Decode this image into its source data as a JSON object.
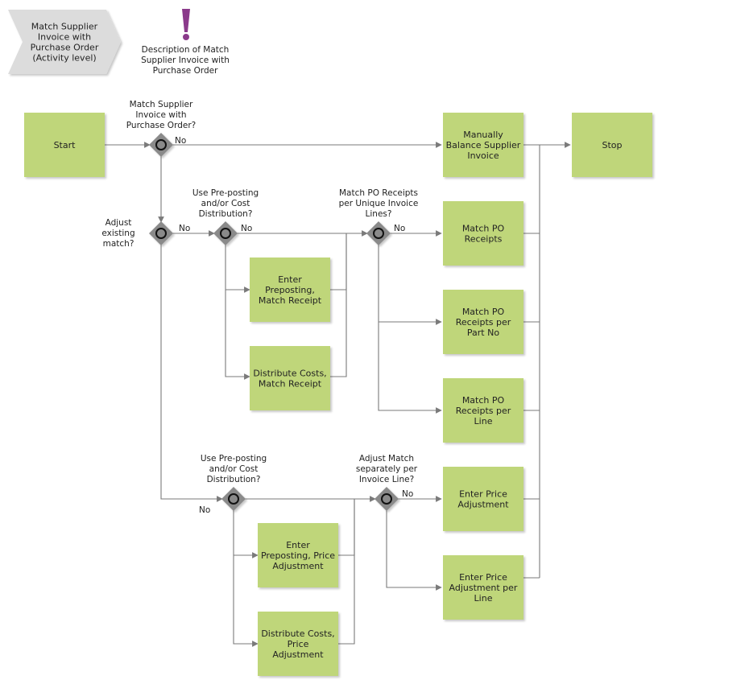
{
  "header": {
    "activity_chevron": [
      "Match Supplier",
      "Invoice with",
      "Purchase Order",
      "(Activity level)"
    ],
    "description": [
      "Description of Match",
      "Supplier Invoice with",
      "Purchase Order"
    ],
    "description_icon": "exclamation-icon"
  },
  "colors": {
    "activity_fill": "#bfd67a",
    "chevron_fill": "#dcdcdc",
    "gateway_fill": "#8a8a8a",
    "connector": "#7a7a7a",
    "accent_purple": "#8b3a8b"
  },
  "activities": {
    "start": [
      "Start"
    ],
    "stop": [
      "Stop"
    ],
    "manually_balance": [
      "Manually",
      "Balance Supplier",
      "Invoice"
    ],
    "match_po_receipts": [
      "Match PO",
      "Receipts"
    ],
    "match_po_part": [
      "Match PO",
      "Receipts per",
      "Part No"
    ],
    "match_po_line": [
      "Match PO",
      "Receipts per",
      "Line"
    ],
    "enter_preposting_receipt": [
      "Enter",
      "Preposting,",
      "Match Receipt"
    ],
    "distribute_receipt": [
      "Distribute Costs,",
      "Match Receipt"
    ],
    "enter_preposting_price": [
      "Enter",
      "Preposting, Price",
      "Adjustment"
    ],
    "distribute_price": [
      "Distribute Costs,",
      "Price",
      "Adjustment"
    ],
    "enter_price_adj": [
      "Enter Price",
      "Adjustment"
    ],
    "enter_price_adj_line": [
      "Enter Price",
      "Adjustment per",
      "Line"
    ]
  },
  "gateways": {
    "g1": [
      "Match Supplier",
      "Invoice with",
      "Purchase Order?"
    ],
    "g2": [
      "Adjust",
      "existing",
      "match?"
    ],
    "g3": [
      "Use Pre-posting",
      "and/or Cost",
      "Distribution?"
    ],
    "g4": [
      "Match PO Receipts",
      "per Unique Invoice",
      "Lines?"
    ],
    "g5": [
      "Use Pre-posting",
      "and/or Cost",
      "Distribution?"
    ],
    "g6": [
      "Adjust Match",
      "separately per",
      "Invoice Line?"
    ]
  },
  "branch_labels": {
    "g1_no": "No",
    "g2_no": "No",
    "g3_no": "No",
    "g4_no": "No",
    "g5_no": "No",
    "g6_no": "No"
  }
}
